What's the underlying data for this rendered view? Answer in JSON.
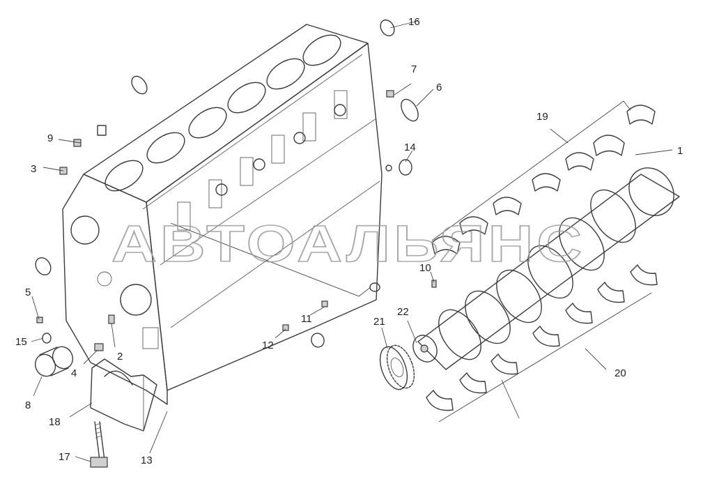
{
  "watermark": "АВТОАЛЬЯНС",
  "callouts": [
    "1",
    "2",
    "3",
    "4",
    "5",
    "6",
    "7",
    "8",
    "9",
    "10",
    "11",
    "12",
    "13",
    "14",
    "15",
    "16",
    "17",
    "18",
    "19",
    "20",
    "21",
    "22"
  ]
}
